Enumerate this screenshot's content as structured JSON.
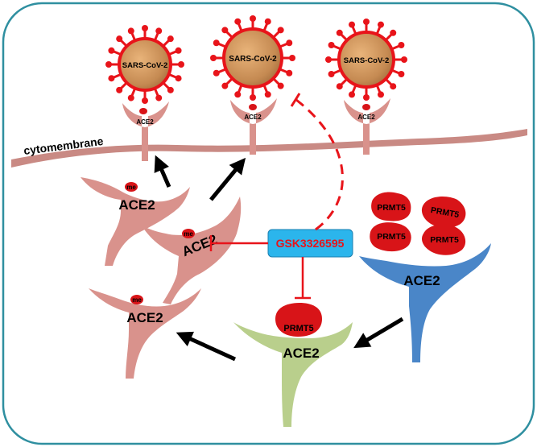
{
  "labels": {
    "virus": "SARS-CoV-2",
    "ace2": "ACE2",
    "methyl": "me",
    "membrane": "cytomembrane",
    "prmt5": "PRMT5",
    "inhibitor": "GSK3326595"
  },
  "colors": {
    "border": "#2f8fa0",
    "membrane": "#c98a84",
    "ace2_methylated": "#d9928c",
    "ace2_unmodified": "#4a86c8",
    "ace2_bound": "#b9cf8c",
    "prmt5": "#d81418",
    "virus_core": "#c58a52",
    "virus_spike": "#e8141a",
    "inhibitor_box": "#2bb5ec",
    "inhibitor_text": "#e8141a",
    "arrow": "#000000",
    "inhibition": "#e8141a"
  }
}
